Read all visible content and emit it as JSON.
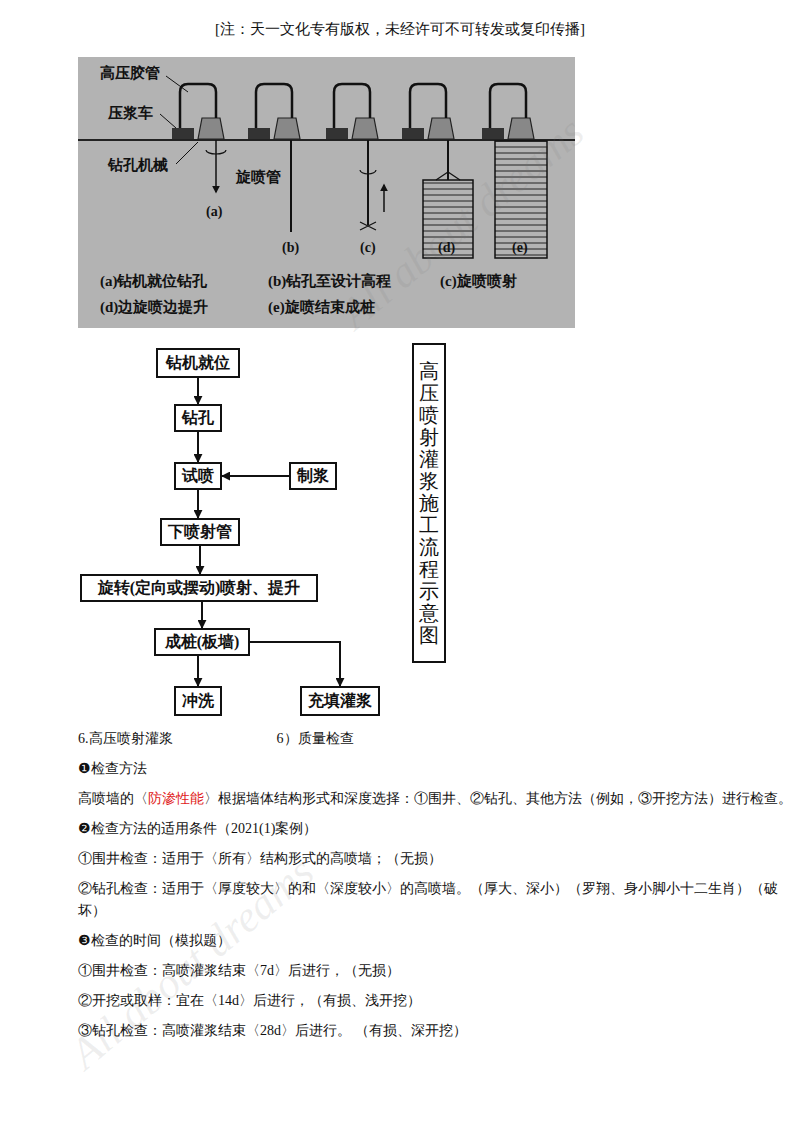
{
  "diagram": {
    "title": "高压喷射灌浆施工流程示意图",
    "nodes": [
      {
        "text": [
          "钻机就位"
        ]
      },
      {
        "text": [
          "钻孔"
        ]
      },
      {
        "text": [
          "试喷"
        ]
      },
      {
        "text": [
          "制浆"
        ]
      },
      {
        "text": [
          "下喷射管"
        ]
      },
      {
        "text": [
          "旋转(定向或摆动)喷射、提升"
        ]
      },
      {
        "text": [
          "成桩(板墙)"
        ]
      },
      {
        "text": [
          "冲洗"
        ]
      },
      {
        "text": [
          "充填灌浆"
        ]
      },
      {
        "text": [
          "高压喷射灌浆施工流程示意图"
        ]
      }
    ],
    "edges": [
      {
        "from": 0,
        "to": 1,
        "arrow": "to"
      },
      {
        "from": 1,
        "to": 2,
        "arrow": "to"
      },
      {
        "from": 3,
        "to": 2,
        "arrow": "to"
      },
      {
        "from": 2,
        "to": 4,
        "arrow": "to"
      },
      {
        "from": 4,
        "to": 5,
        "arrow": "to"
      },
      {
        "from": 5,
        "to": 6,
        "arrow": "to"
      },
      {
        "from": 6,
        "to": 7,
        "arrow": "to"
      },
      {
        "from": 6,
        "to": 8,
        "arrow": "to"
      }
    ],
    "labels": [
      "[注：天一文化专有版权，未经许可不可转发或复印传播]",
      "高压胶管",
      "压浆车",
      "钻孔机械",
      "旋喷管",
      "(a)",
      "(b)",
      "(c)",
      "(d)",
      "(e)",
      "(a)钻机就位钻孔",
      "(b)钻孔至设计高程",
      "(c)旋喷喷射",
      "(d)边旋喷边提升",
      "(e)旋喷结束成桩",
      "6.高压喷射灌浆",
      "6）质量检查",
      "❶检查方法",
      "高喷墙的〈",
      "防渗性能",
      "〉根据墙体结构形式和深度选择：①围井、②钻孔、其他方法（例如，③开挖方法）进行检查。",
      "❷检查方法的适用条件（2021(1)案例）",
      "①围井检查：适用于〈所有〉结构形式的高喷墙；（无损）",
      "②钻孔检查：适用于〈厚度较大〉的和〈深度较小〉的高喷墙。（厚大、深小）（罗翔、身小脚小十二生肖）（破坏）",
      "❸检查的时间（模拟题）",
      "①围井检查：高喷灌浆结束〈7d〉后进行，（无损）",
      "②开挖或取样：宜在〈14d〉后进行，（有损、浅开挖）",
      "③钻孔检查：高喷灌浆结束〈28d〉后进行。 （有损、深开挖）",
      "All about dreams",
      "All about dreams"
    ]
  }
}
